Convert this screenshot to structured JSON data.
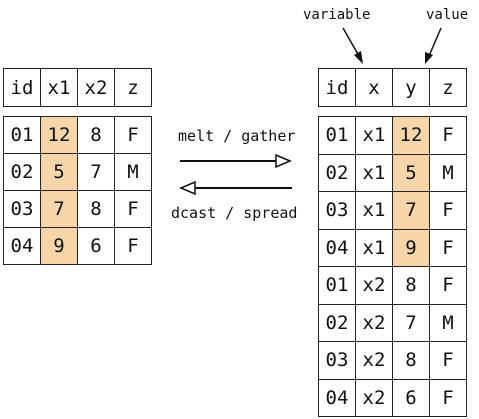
{
  "wide_table": {
    "headers": [
      "id",
      "x1",
      "x2",
      "z"
    ],
    "rows": [
      [
        "01",
        "12",
        "8",
        "F"
      ],
      [
        "02",
        "5",
        "7",
        "M"
      ],
      [
        "03",
        "7",
        "8",
        "F"
      ],
      [
        "04",
        "9",
        "6",
        "F"
      ]
    ],
    "highlight_column": 1,
    "highlight_color": "#f6d5a8"
  },
  "long_table": {
    "headers": [
      "id",
      "x",
      "y",
      "z"
    ],
    "rows": [
      [
        "01",
        "x1",
        "12",
        "F"
      ],
      [
        "02",
        "x1",
        "5",
        "M"
      ],
      [
        "03",
        "x1",
        "7",
        "F"
      ],
      [
        "04",
        "x1",
        "9",
        "F"
      ],
      [
        "01",
        "x2",
        "8",
        "F"
      ],
      [
        "02",
        "x2",
        "7",
        "M"
      ],
      [
        "03",
        "x2",
        "8",
        "F"
      ],
      [
        "04",
        "x2",
        "6",
        "F"
      ]
    ],
    "highlight_column": 2,
    "highlight_rows": 4,
    "highlight_color": "#f6d5a8"
  },
  "arrows": {
    "forward_label": "melt / gather",
    "backward_label": "dcast / spread"
  },
  "annotations": {
    "variable_label": "variable",
    "value_label": "value"
  }
}
